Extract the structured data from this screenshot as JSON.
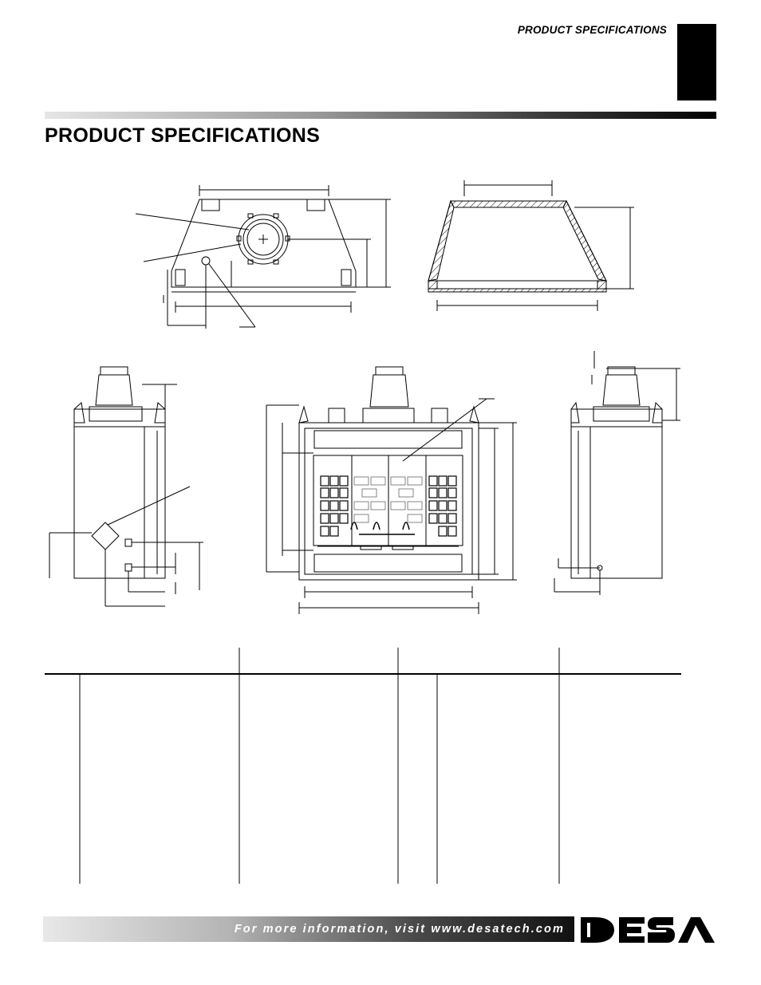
{
  "header": {
    "section_label": "PRODUCT SPECIFICATIONS"
  },
  "page": {
    "title": "PRODUCT SPECIFICATIONS"
  },
  "footer": {
    "info_text": "For more information, visit www.desatech.com"
  },
  "logo": {
    "brand": "DESA"
  }
}
